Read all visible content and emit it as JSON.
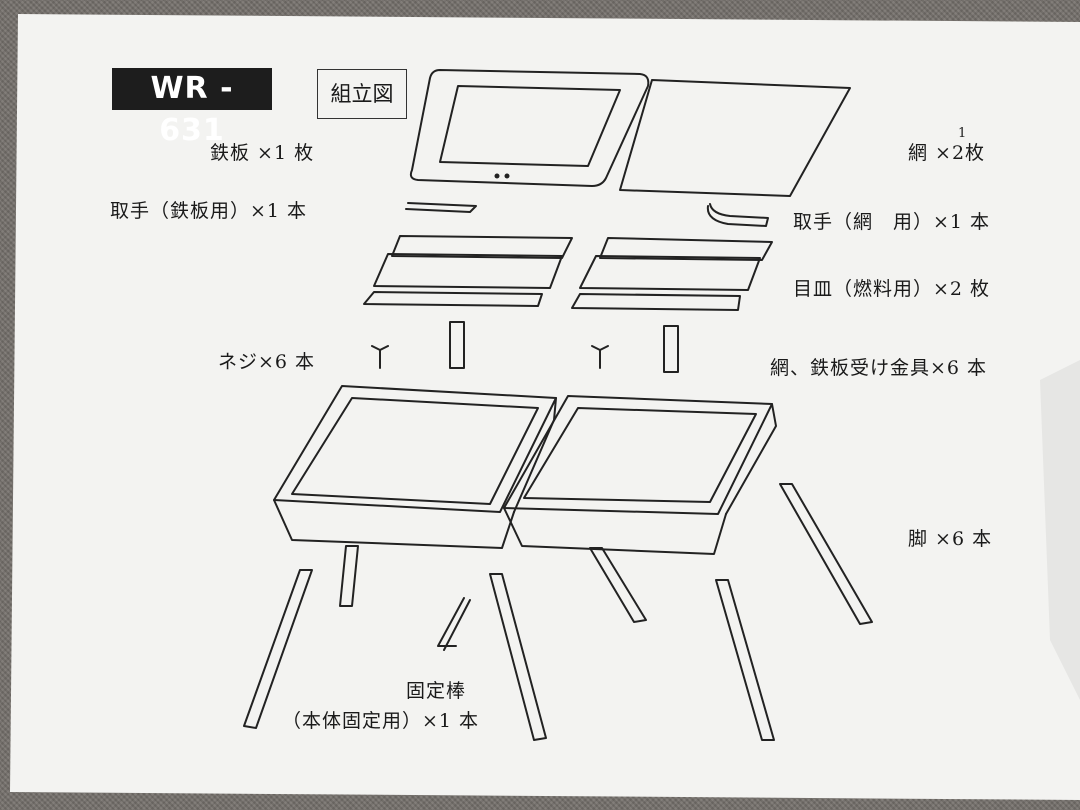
{
  "model": "WR - 631",
  "title": "組立図",
  "labels": {
    "teppan": "鉄板 ×1 枚",
    "ami": "網 ×2枚",
    "ami_fix": "1",
    "totte_teppan": "取手（鉄板用）×1 本",
    "totte_ami": "取手（網　用）×1 本",
    "mezara": "目皿（燃料用）×2 枚",
    "neji": "ネジ×6 本",
    "kanagu": "網、鉄板受け金具×6 本",
    "ashi": "脚 ×6 本",
    "koteibou": "固定棒",
    "koteibou_sub": "（本体固定用）×1 本"
  }
}
